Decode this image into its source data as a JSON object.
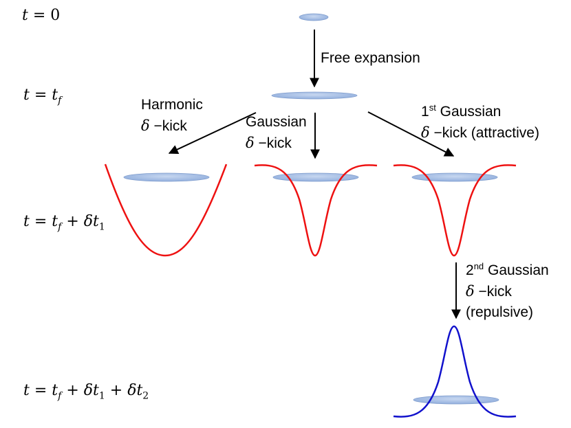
{
  "time_labels": {
    "t0": {
      "lhs": "t",
      "eq": "=",
      "rhs": "0"
    },
    "tf": {
      "lhs": "t",
      "eq": "=",
      "rhs": "t",
      "rhs_sub": "f"
    },
    "t1": {
      "lhs": "t",
      "eq": "=",
      "a": "t",
      "a_sub": "f",
      "plus": "+",
      "b": "δt",
      "b_sub": "1"
    },
    "t2": {
      "lhs": "t",
      "eq": "=",
      "a": "t",
      "a_sub": "f",
      "plus1": "+",
      "b": "δt",
      "b_sub": "1",
      "plus2": "+",
      "c": "δt",
      "c_sub": "2"
    }
  },
  "labels": {
    "free_expansion": "Free expansion",
    "harmonic_line1": "Harmonic",
    "harmonic_delta": "δ",
    "harmonic_kick": " −kick",
    "gaussian_line1": "Gaussian",
    "gaussian_delta": "δ",
    "gaussian_kick": " −kick",
    "first_num": "1",
    "first_sup": "st",
    "first_rest": " Gaussian",
    "first_delta": "δ",
    "first_kick": " −kick (attractive)",
    "second_num": "2",
    "second_sup": "nd",
    "second_rest": " Gaussian",
    "second_delta": "δ",
    "second_kick": " −kick",
    "second_line3": "(repulsive)"
  },
  "colors": {
    "attractive_potential": "#ee1111",
    "repulsive_potential": "#1111cc",
    "cloud_fill": "#a9c1e6",
    "cloud_edge": "#7f9ccc",
    "arrow": "#000000"
  }
}
